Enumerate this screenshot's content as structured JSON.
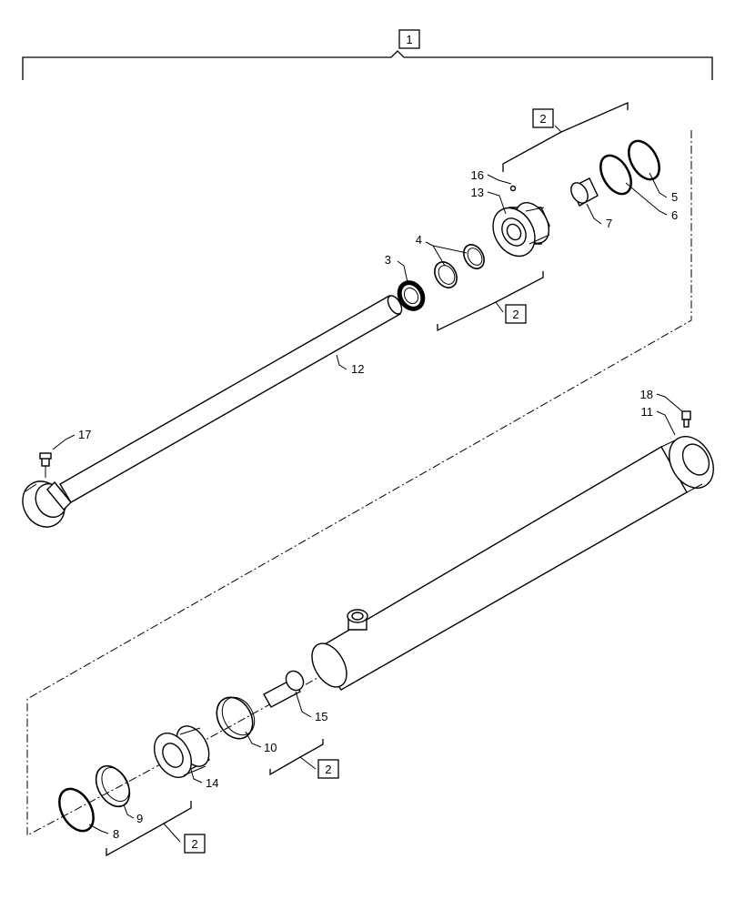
{
  "diagram": {
    "group_labels": {
      "top": "1",
      "seal_kit_a": "2",
      "seal_kit_b": "2",
      "seal_kit_c": "2",
      "seal_kit_d": "2"
    },
    "callouts": {
      "c3": "3",
      "c4": "4",
      "c5": "5",
      "c6": "6",
      "c7": "7",
      "c8": "8",
      "c9": "9",
      "c10": "10",
      "c11": "11",
      "c12": "12",
      "c13": "13",
      "c14": "14",
      "c15": "15",
      "c16": "16",
      "c17": "17",
      "c18": "18"
    }
  }
}
